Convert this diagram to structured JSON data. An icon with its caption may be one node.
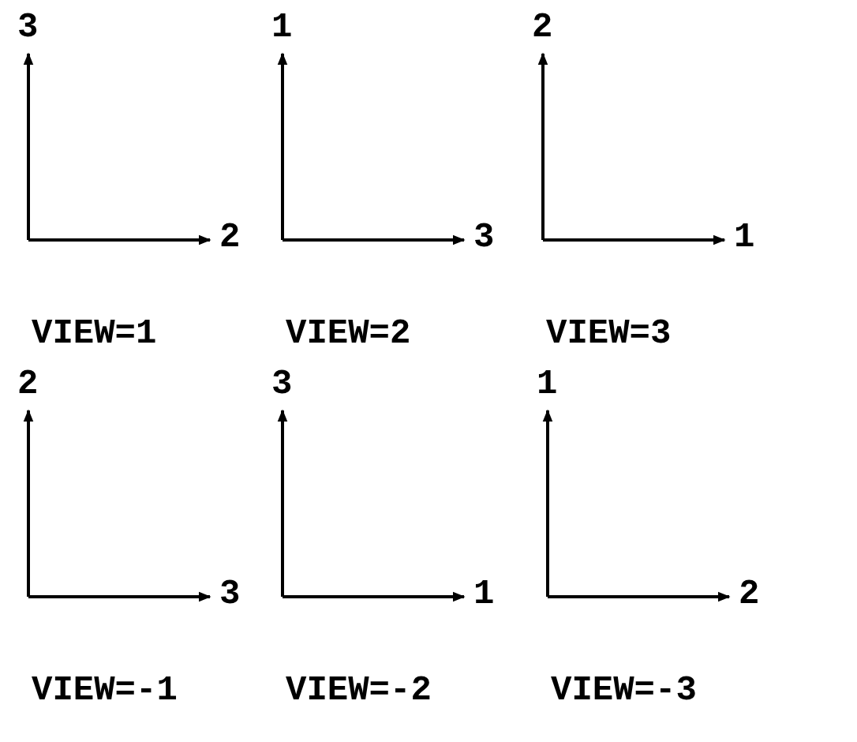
{
  "diagram": {
    "labels": [
      "3",
      "2",
      "VIEW=1",
      "1",
      "3",
      "VIEW=2",
      "2",
      "1",
      "VIEW=3",
      "2",
      "3",
      "VIEW=-1",
      "3",
      "1",
      "VIEW=-2",
      "1",
      "2",
      "VIEW=-3"
    ]
  }
}
